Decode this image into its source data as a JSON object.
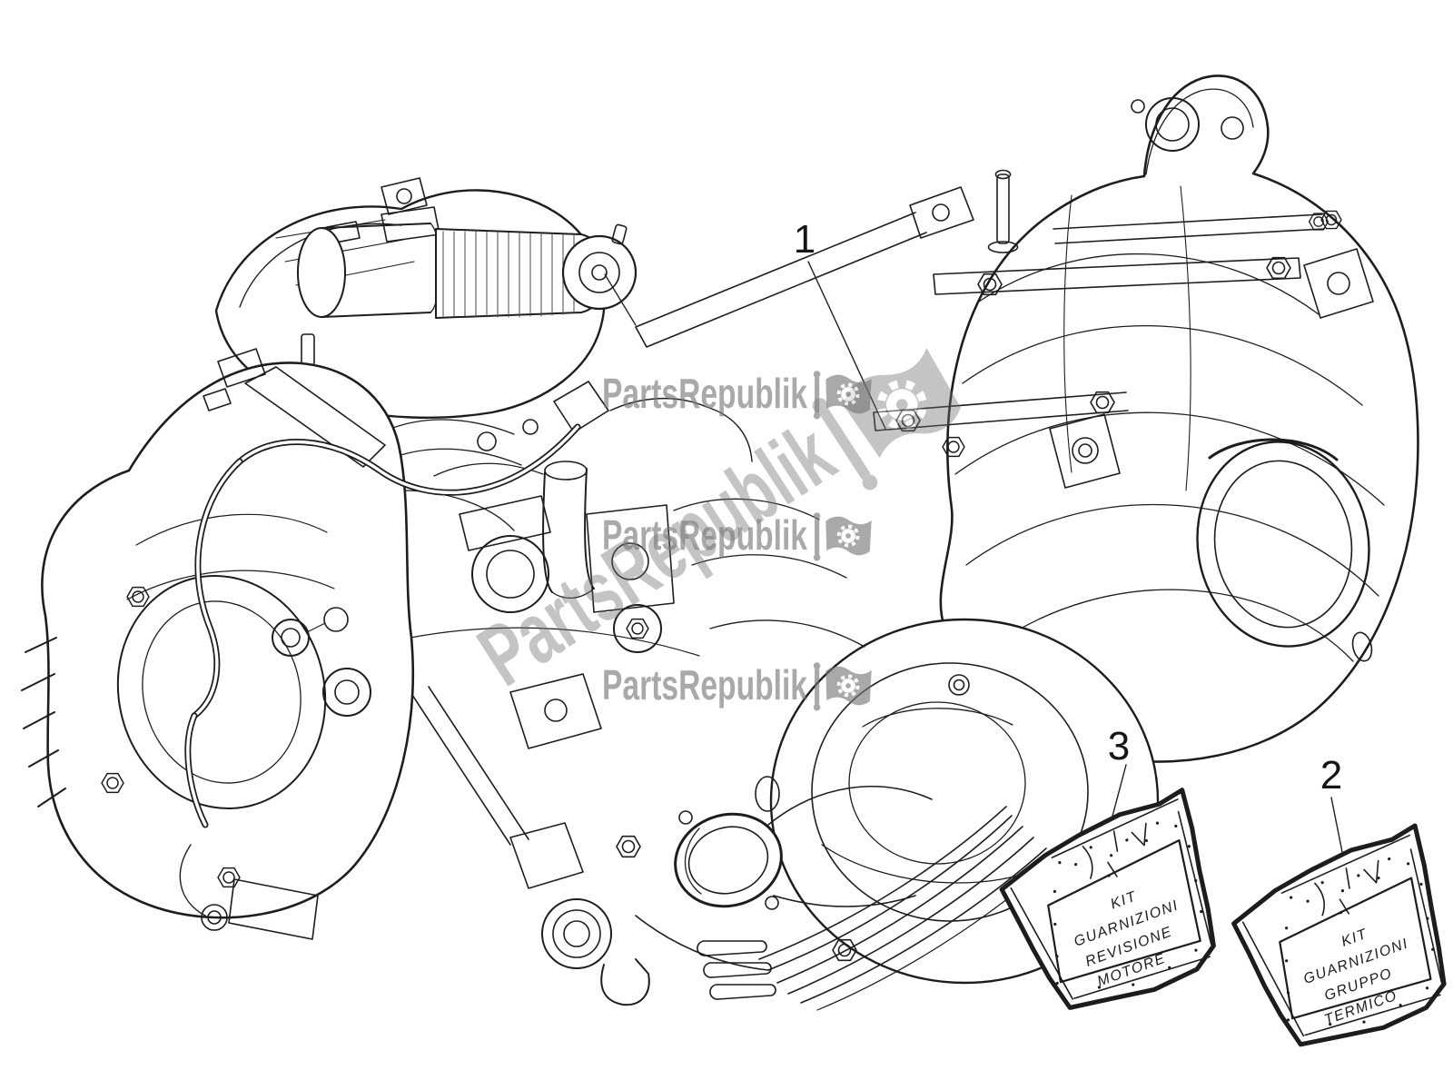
{
  "page": {
    "background": "#ffffff"
  },
  "watermark": {
    "text": "PartsRepublik",
    "horizontal_color": "#767676",
    "diagonal_color": "#6e6e6e",
    "icon": "flag-with-gear"
  },
  "callouts": [
    "1",
    "2",
    "3"
  ],
  "kits": {
    "left": {
      "callout": "3",
      "lines": [
        "KIT",
        "GUARNIZIONI",
        "REVISIONE",
        "MOTORE"
      ]
    },
    "right": {
      "callout": "2",
      "lines": [
        "KIT",
        "GUARNIZIONI",
        "GRUPPO",
        "TERMICO"
      ]
    }
  }
}
